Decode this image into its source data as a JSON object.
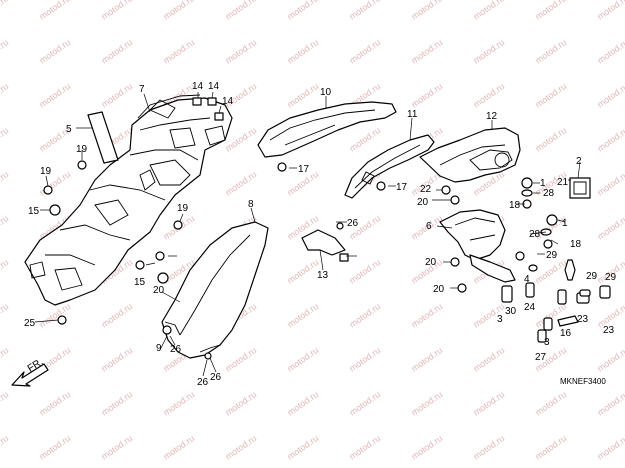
{
  "diagram_code": "MKNEF3400",
  "direction_label": "FR.",
  "watermark_text": "motod.ru",
  "callouts": [
    "1",
    "1",
    "2",
    "3",
    "3",
    "4",
    "5",
    "6",
    "7",
    "8",
    "9",
    "10",
    "11",
    "12",
    "13",
    "14",
    "14",
    "14",
    "15",
    "15",
    "16",
    "17",
    "17",
    "18",
    "18",
    "19",
    "19",
    "19",
    "20",
    "20",
    "20",
    "20",
    "21",
    "22",
    "23",
    "23",
    "24",
    "25",
    "26",
    "26",
    "26",
    "26",
    "27",
    "28",
    "28",
    "29",
    "29",
    "29",
    "30"
  ]
}
